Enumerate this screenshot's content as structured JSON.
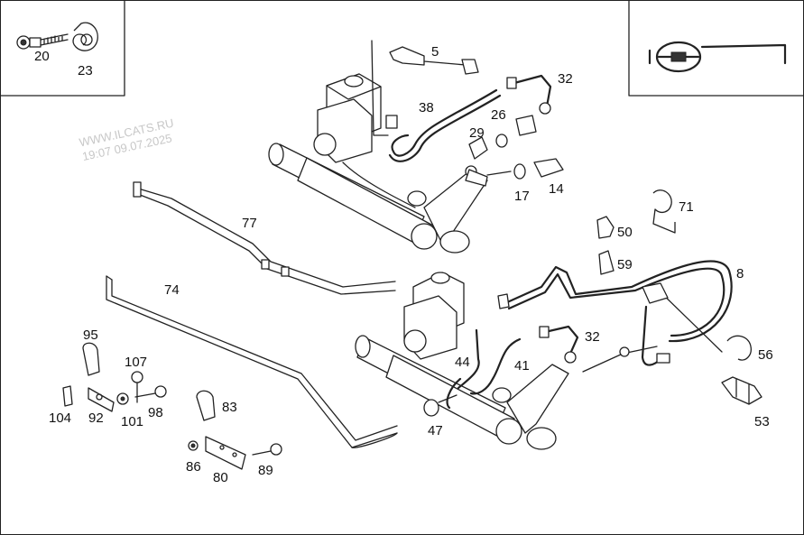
{
  "watermark": {
    "site": "WWW.ILCATS.RU",
    "timestamp": "19:07 09.07.2025"
  },
  "callouts": {
    "p5": "5",
    "p8": "8",
    "p14": "14",
    "p17": "17",
    "p20": "20",
    "p23": "23",
    "p26": "26",
    "p29": "29",
    "p32a": "32",
    "p32b": "32",
    "p38": "38",
    "p41": "41",
    "p44": "44",
    "p47": "47",
    "p50": "50",
    "p53": "53",
    "p56": "56",
    "p59": "59",
    "p71": "71",
    "p74": "74",
    "p77": "77",
    "p80": "80",
    "p83": "83",
    "p86": "86",
    "p89": "89",
    "p92": "92",
    "p95": "95",
    "p98": "98",
    "p101": "101",
    "p104": "104",
    "p107": "107"
  },
  "icons": {
    "top_left_box": "bolt-and-clamp-icon",
    "top_right_box": "steering-wheel-icon"
  }
}
